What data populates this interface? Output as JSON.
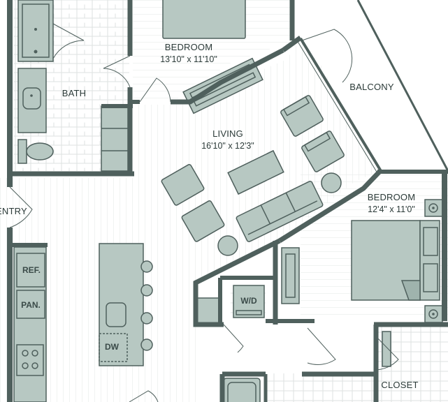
{
  "rooms": {
    "bedroom_top": {
      "name": "BEDROOM",
      "dims": "13'10\" x 11'10\""
    },
    "bath": {
      "name": "BATH"
    },
    "balcony": {
      "name": "BALCONY"
    },
    "living": {
      "name": "LIVING",
      "dims": "16'10\" x 12'3\""
    },
    "bedroom_right": {
      "name": "BEDROOM",
      "dims": "12'4\" x 11'0\""
    },
    "entry": {
      "name": "ENTRY"
    },
    "closet": {
      "name": "CLOSET"
    }
  },
  "fixtures": {
    "ref": "REF.",
    "pan": "PAN.",
    "wd": "W/D",
    "dw": "DW"
  },
  "colors": {
    "wall": "#4f605d",
    "furniture_fill": "#b7c8c2",
    "furniture_stroke": "#4f605d",
    "floor_line": "#e6e9e8",
    "label": "#2b3a38"
  }
}
